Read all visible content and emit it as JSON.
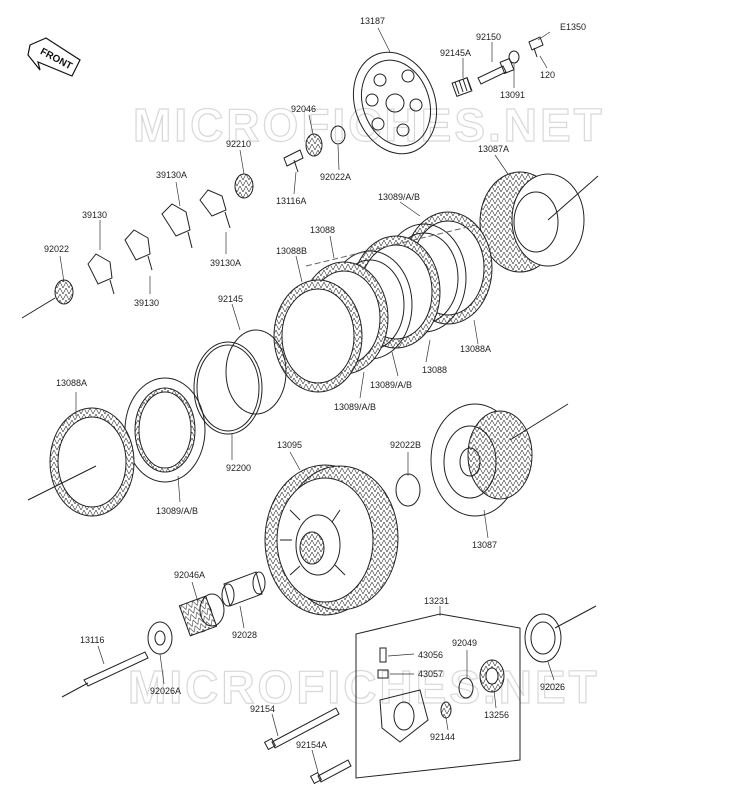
{
  "watermarks": [
    "MICROFICHES.NET",
    "MICROFICHES.NET"
  ],
  "direction_marker": "FRONT",
  "part_labels": {
    "p13187": "13187",
    "pE1350": "E1350",
    "p92150": "92150",
    "p92145A": "92145A",
    "p120": "120",
    "p13091": "13091",
    "p92046": "92046",
    "p92210": "92210",
    "p92022A": "92022A",
    "p13116A": "13116A",
    "p13087A": "13087A",
    "p39130A_top": "39130A",
    "p39130_left": "39130",
    "p92022": "92022",
    "p39130A_mid": "39130A",
    "p39130_bot": "39130",
    "p13089AB_top": "13089/A/B",
    "p13088_top": "13088",
    "p13088B": "13088B",
    "p92145": "92145",
    "p13088A_right": "13088A",
    "p13088_right": "13088",
    "p13089AB_mid": "13089/A/B",
    "p13089AB_low": "13089/A/B",
    "p13088A_left": "13088A",
    "p92200": "92200",
    "p13089AB_left": "13089/A/B",
    "p13095": "13095",
    "p92022B": "92022B",
    "p13087": "13087",
    "p92046A": "92046A",
    "p92028": "92028",
    "p13231": "13231",
    "p13116": "13116",
    "p92026A": "92026A",
    "p43056": "43056",
    "p43057": "43057",
    "p92049": "92049",
    "p92026": "92026",
    "p13256": "13256",
    "p92154": "92154",
    "p92144": "92144",
    "p92154A": "92154A"
  }
}
